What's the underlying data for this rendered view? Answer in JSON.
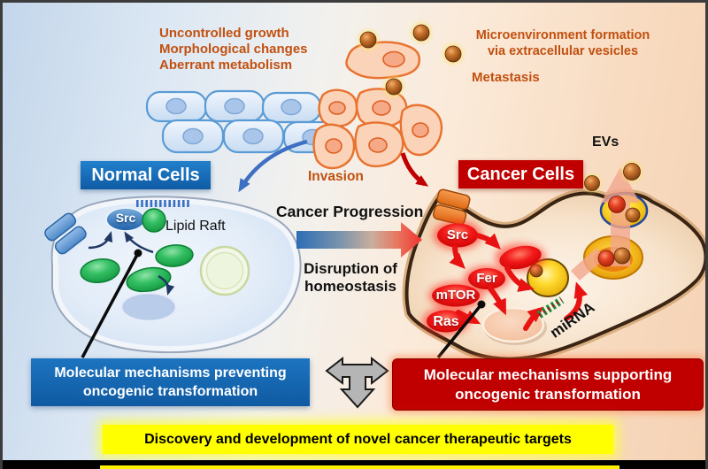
{
  "figure": {
    "annotations": {
      "hallmarks": [
        "Uncontrolled growth",
        "Morphological changes",
        "Aberrant metabolism"
      ],
      "microenvironment_line1": "Microenvironment formation",
      "microenvironment_line2": "via extracellular vesicles",
      "metastasis": "Metastasis",
      "invasion": "Invasion",
      "evs": "EVs",
      "cancer_progression": "Cancer Progression",
      "disruption_line1": "Disruption of",
      "disruption_line2": "homeostasis",
      "lipid_raft": "Lipid Raft",
      "mirna": "miRNA"
    },
    "cell_labels": {
      "normal": "Normal Cells",
      "cancer": "Cancer Cells"
    },
    "proteins": {
      "normal_src": "Src",
      "cancer_src": "Src",
      "fer": "Fer",
      "mtor": "mTOR",
      "ras": "Ras"
    },
    "boxes": {
      "blue_line1": "Molecular mechanisms preventing",
      "blue_line2": "oncogenic transformation",
      "red_line1": "Molecular mechanisms supporting",
      "red_line2": "oncogenic transformation",
      "yellow": "Discovery and development of novel cancer therapeutic targets"
    },
    "colors": {
      "accent_blue": "#1668B0",
      "accent_red": "#C00000",
      "highlight_yellow": "#FFFF00",
      "orange_text": "#C25010",
      "ev_brown": "#6E3408",
      "salmon_arrow": "#F2A68E"
    }
  }
}
